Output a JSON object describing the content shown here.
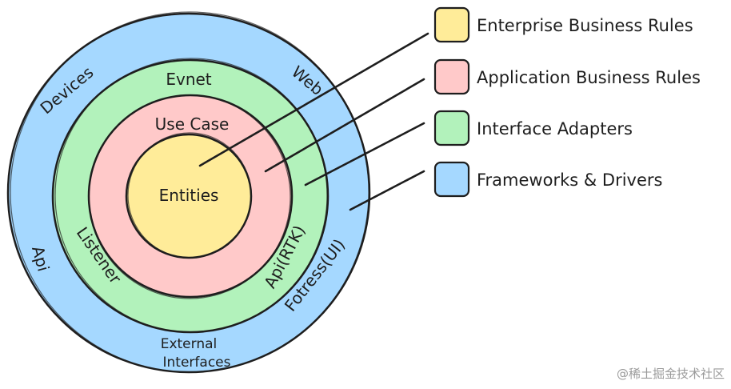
{
  "colors": {
    "frameworks": "#a5d8ff",
    "adapters": "#b2f2bb",
    "application": "#ffc9c9",
    "enterprise": "#ffec99",
    "stroke": "#1e1e1e"
  },
  "layers": {
    "frameworks": {
      "labels": [
        "Devices",
        "Web",
        "Api",
        "Fotress(UI)",
        "External",
        "Interfaces"
      ]
    },
    "adapters": {
      "labels": [
        "Evnet",
        "Listener",
        "Api(RTK)"
      ]
    },
    "application": {
      "labels": [
        "Use Case"
      ]
    },
    "enterprise": {
      "labels": [
        "Entities"
      ]
    }
  },
  "legend": [
    {
      "label": "Enterprise Business Rules",
      "color": "#ffec99"
    },
    {
      "label": "Application Business Rules",
      "color": "#ffc9c9"
    },
    {
      "label": "Interface Adapters",
      "color": "#b2f2bb"
    },
    {
      "label": "Frameworks & Drivers",
      "color": "#a5d8ff"
    }
  ],
  "watermark": "@稀土掘金技术社区"
}
